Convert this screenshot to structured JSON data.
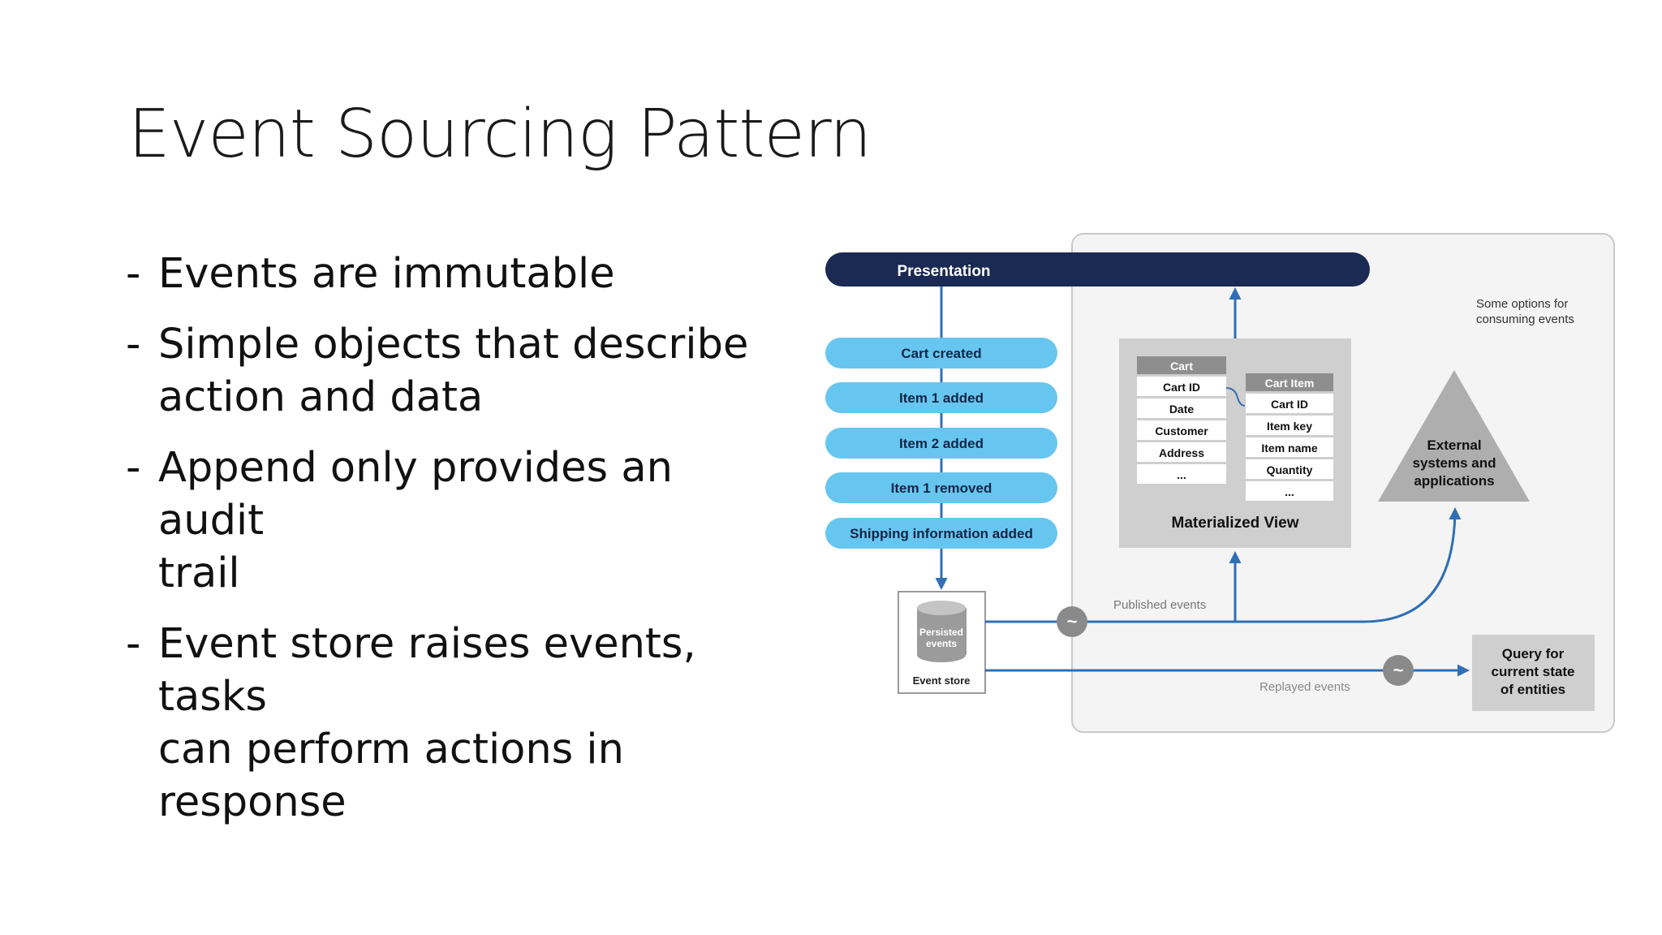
{
  "slide": {
    "title": "Event Sourcing Pattern",
    "bullets": [
      [
        "Events are immutable"
      ],
      [
        "Simple objects that describe",
        "action and data"
      ],
      [
        "Append only provides an audit",
        "trail"
      ],
      [
        "Event store raises events, tasks",
        "can perform actions in",
        "response"
      ]
    ]
  },
  "diagram": {
    "presentation": "Presentation",
    "events": [
      "Cart created",
      "Item 1 added",
      "Item 2 added",
      "Item 1 removed",
      "Shipping information added"
    ],
    "event_store": {
      "cylinder_line1": "Persisted",
      "cylinder_line2": "events",
      "label": "Event store"
    },
    "options_note_line1": "Some options for",
    "options_note_line2": "consuming events",
    "cart_table": {
      "header": "Cart",
      "rows": [
        "Cart ID",
        "Date",
        "Customer",
        "Address",
        "..."
      ]
    },
    "cart_item_table": {
      "header": "Cart Item",
      "rows": [
        "Cart ID",
        "Item key",
        "Item name",
        "Quantity",
        "..."
      ]
    },
    "materialized_view": "Materialized View",
    "external": [
      "External",
      "systems and",
      "applications"
    ],
    "published_events": "Published events",
    "replayed_events": "Replayed events",
    "query": [
      "Query for",
      "current state",
      "of entities"
    ],
    "colors": {
      "navy": "#1b2a52",
      "event_blue": "#67c6ef",
      "arrow_blue": "#2f6fb5",
      "panel": "#f4f4f4",
      "gray_box": "#cfcfcf",
      "triangle": "#aeaeae"
    }
  }
}
